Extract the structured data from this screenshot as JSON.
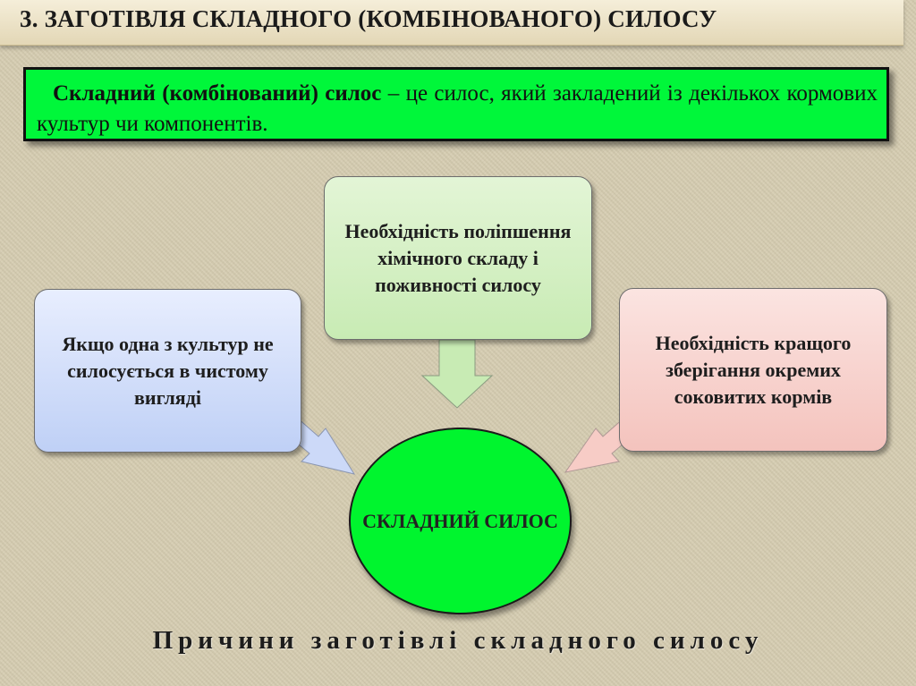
{
  "title": "3. ЗАГОТІВЛЯ СКЛАДНОГО (КОМБІНОВАНОГО) СИЛОСУ",
  "definition": {
    "term": "Складний (комбінований) силос",
    "text": " – це силос, який закладений із декількох кормових культур чи компонентів."
  },
  "diagram": {
    "top_box": "Необхідність поліпшення хімічного складу і поживності силосу",
    "left_box": "Якщо одна з культур не силосується в чистому вигляді",
    "right_box": "Необхідність кращого зберігання окремих соковитих кормів",
    "center": "СКЛАДНИЙ СИЛОС"
  },
  "caption": "Причини заготівлі складного силосу",
  "colors": {
    "definition_fill": "#00f73a",
    "center_fill": "#00f52e",
    "top_box_fill": "#d6f0c4",
    "left_box_fill": "#d2dffa",
    "right_box_fill": "#f8d2cd"
  }
}
